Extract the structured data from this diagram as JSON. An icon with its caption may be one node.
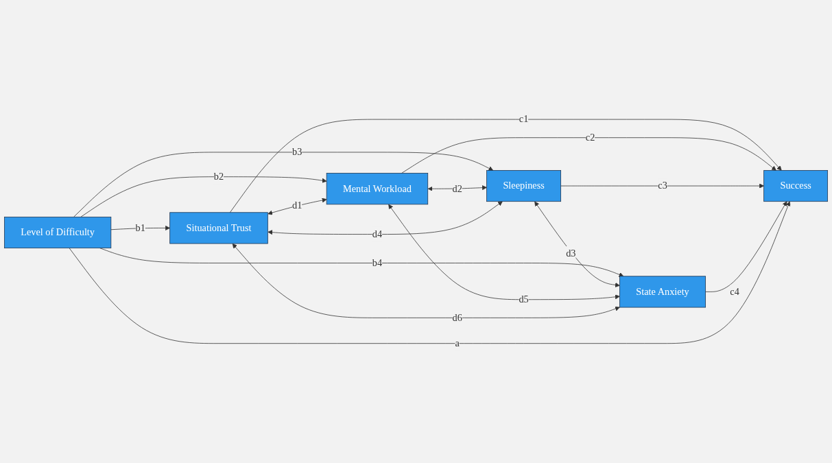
{
  "diagram": {
    "nodes": [
      {
        "text": [
          "Level of Difficulty"
        ]
      },
      {
        "text": [
          "Situational Trust"
        ]
      },
      {
        "text": [
          "Mental Workload"
        ]
      },
      {
        "text": [
          "Sleepiness"
        ]
      },
      {
        "text": [
          "State Anxiety"
        ]
      },
      {
        "text": [
          "Success"
        ]
      }
    ],
    "edges": [
      {
        "from": 0,
        "to": 1,
        "arrow": "to",
        "label": "b1"
      },
      {
        "from": 0,
        "to": 2,
        "arrow": "to",
        "label": "b2"
      },
      {
        "from": 0,
        "to": 3,
        "arrow": "to",
        "label": "b3"
      },
      {
        "from": 0,
        "to": 4,
        "arrow": "to",
        "label": "b4"
      },
      {
        "from": 1,
        "to": 2,
        "arrow": "both",
        "label": "d1"
      },
      {
        "from": 2,
        "to": 3,
        "arrow": "both",
        "label": "d2"
      },
      {
        "from": 3,
        "to": 4,
        "arrow": "both",
        "label": "d3"
      },
      {
        "from": 1,
        "to": 3,
        "arrow": "both",
        "label": "d4"
      },
      {
        "from": 2,
        "to": 4,
        "arrow": "both",
        "label": "d5"
      },
      {
        "from": 1,
        "to": 4,
        "arrow": "both",
        "label": "d6"
      },
      {
        "from": 1,
        "to": 5,
        "arrow": "to",
        "label": "c1"
      },
      {
        "from": 2,
        "to": 5,
        "arrow": "to",
        "label": "c2"
      },
      {
        "from": 3,
        "to": 5,
        "arrow": "to",
        "label": "c3"
      },
      {
        "from": 4,
        "to": 5,
        "arrow": "to",
        "label": "c4"
      },
      {
        "from": 0,
        "to": 5,
        "arrow": "to",
        "label": "a"
      }
    ]
  }
}
